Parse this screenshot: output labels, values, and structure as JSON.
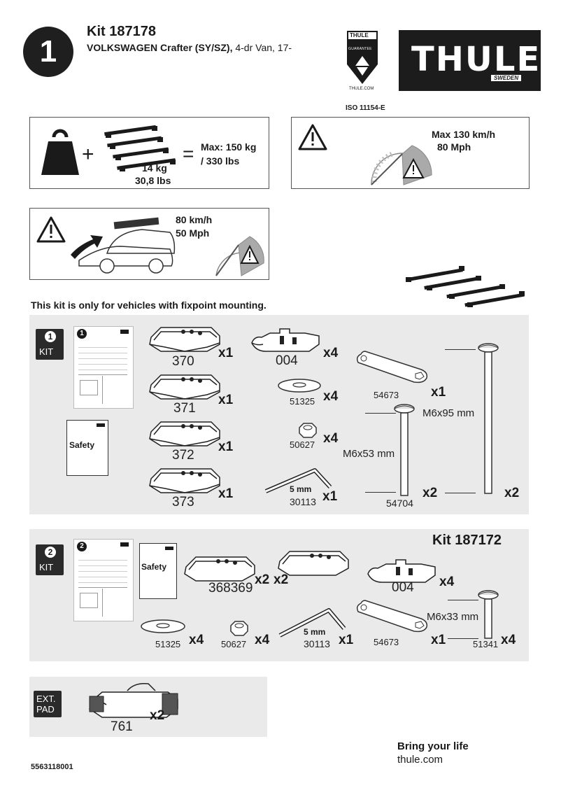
{
  "header": {
    "step_number": "1",
    "kit_title": "Kit 187178",
    "vehicle_bold": "VOLKSWAGEN Crafter (SY/SZ),",
    "vehicle_rest": " 4-dr Van, 17-",
    "guarantee_brand": "THULE",
    "guarantee_label": "GUARANTEE",
    "guarantee_url": "THULE.COM",
    "brand_logo": "THULE",
    "brand_country": "SWEDEN",
    "iso": "ISO 11154-E"
  },
  "load_box": {
    "weight_kg": "14 kg",
    "weight_lbs": "30,8 lbs",
    "max_kg": "Max: 150 kg",
    "max_lbs": "/ 330 lbs"
  },
  "speed_box": {
    "max_kmh": "Max  130 km/h",
    "max_mph": "80 Mph"
  },
  "wind_box": {
    "kmh": "80 km/h",
    "mph": "50 Mph"
  },
  "fixpoint_note": "This kit is only for vehicles with fixpoint mounting.",
  "kit1": {
    "tag_num": "1",
    "tag_label": "KIT",
    "booklet_num": "1",
    "safety": "Safety",
    "feet": [
      {
        "num": "370",
        "qty": "x1"
      },
      {
        "num": "371",
        "qty": "x1"
      },
      {
        "num": "372",
        "qty": "x1"
      },
      {
        "num": "373",
        "qty": "x1"
      }
    ],
    "clamp": {
      "num": "004",
      "qty": "x4"
    },
    "washer": {
      "num": "51325",
      "qty": "x4"
    },
    "nut": {
      "num": "50627",
      "qty": "x4"
    },
    "key_size": "5 mm",
    "key": {
      "num": "30113",
      "qty": "x1"
    },
    "plate": {
      "num": "54673",
      "qty": "x1"
    },
    "bolt_long_dim": "M6x95 mm",
    "bolt_short_dim": "M6x53 mm",
    "bolt_short": {
      "num": "54704",
      "qty": "x2"
    },
    "bolt_long_qty": "x2"
  },
  "kit2": {
    "tag_num": "2",
    "tag_label": "KIT",
    "booklet_num": "2",
    "title": "Kit 187172",
    "safety": "Safety",
    "feet_num": "368369",
    "feet_qty_a": "x2",
    "feet_qty_b": "x2",
    "clamp": {
      "num": "004",
      "qty": "x4"
    },
    "washer": {
      "num": "51325",
      "qty": "x4"
    },
    "nut": {
      "num": "50627",
      "qty": "x4"
    },
    "key_size": "5 mm",
    "key": {
      "num": "30113",
      "qty": "x1"
    },
    "plate": {
      "num": "54673",
      "qty": "x1"
    },
    "bolt_dim": "M6x33 mm",
    "bolt": {
      "num": "51341",
      "qty": "x4"
    }
  },
  "ext": {
    "tag_line1": "EXT.",
    "tag_line2": "PAD",
    "num": "761",
    "qty": "x2"
  },
  "footer": {
    "doc_number": "5563118001",
    "tagline": "Bring your life",
    "url": "thule.com"
  }
}
